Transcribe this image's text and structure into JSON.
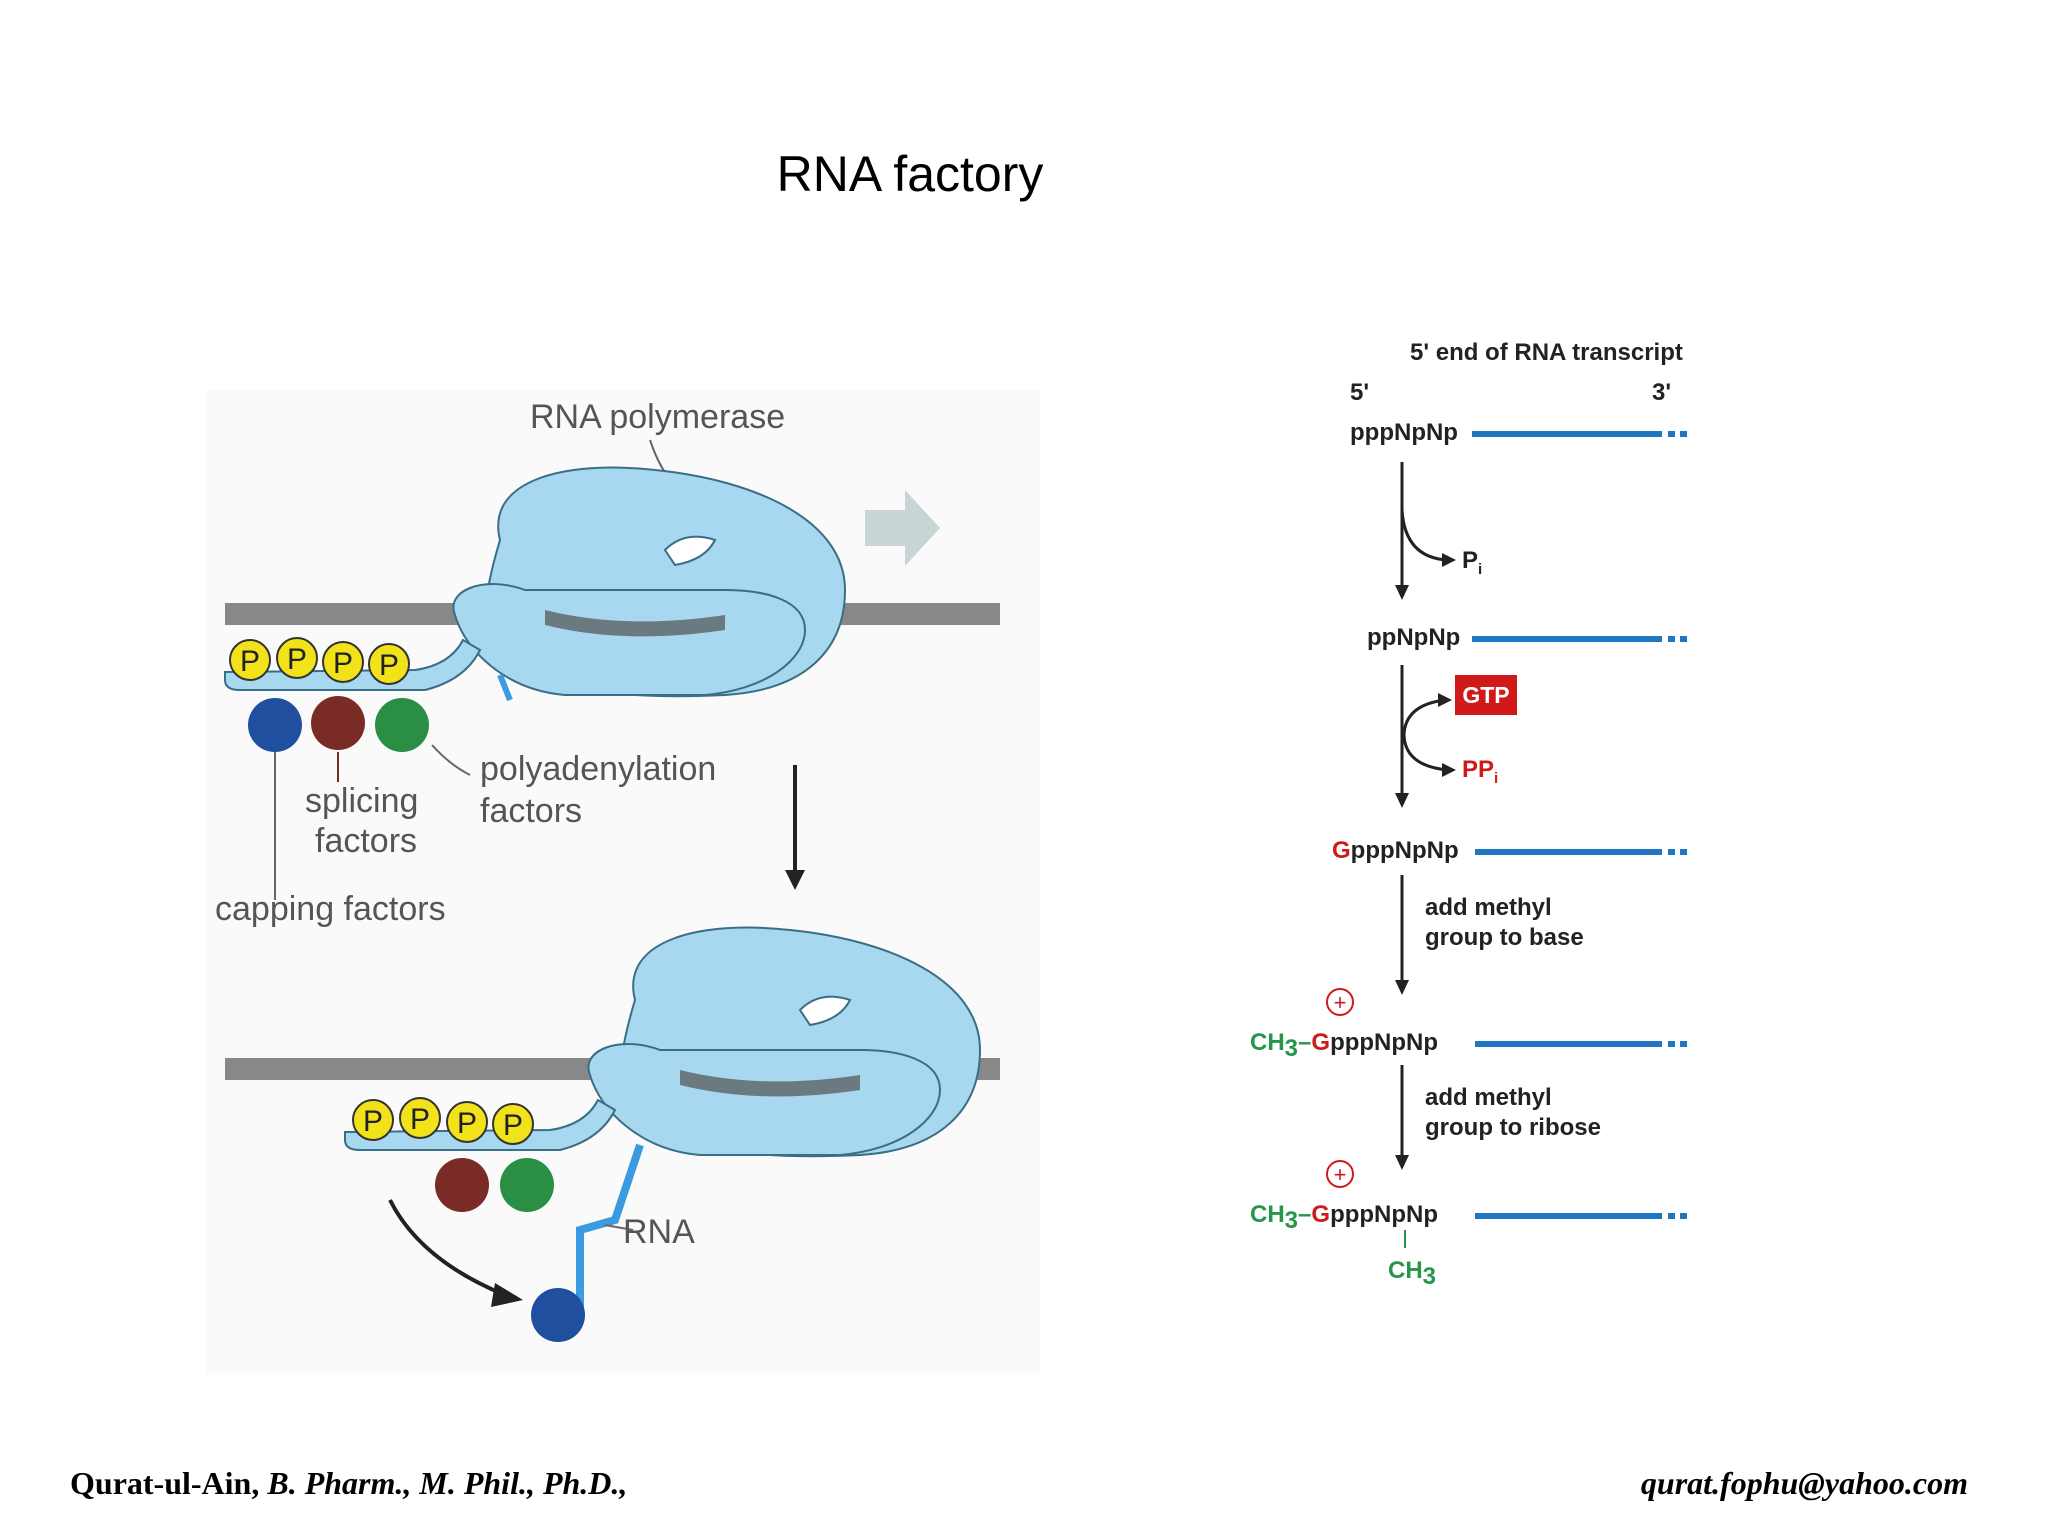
{
  "title": "RNA factory",
  "left_figure": {
    "rna_polymerase_label": "RNA polymerase",
    "phosphate_label": "P",
    "polyadenylation_label_line1": "polyadenylation",
    "polyadenylation_label_line2": "factors",
    "splicing_label_line1": "splicing",
    "splicing_label_line2": "factors",
    "capping_label": "capping factors",
    "rna_label": "RNA"
  },
  "right_figure": {
    "header": "5' end of RNA transcript",
    "five_prime": "5'",
    "three_prime": "3'",
    "step1_seq": "pppNpNp",
    "pi_label": "P",
    "pi_sub": "i",
    "step2_seq": "ppNpNp",
    "gtp_label": "GTP",
    "ppi_label": "PP",
    "ppi_sub": "i",
    "step3_g": "G",
    "step3_rest": "pppNpNp",
    "methyl_base_line1": "add methyl",
    "methyl_base_line2": "group to base",
    "plus": "+",
    "ch3": "CH",
    "ch3_sub": "3",
    "dash": "–",
    "step4_g": "G",
    "step4_rest": "pppNpNp",
    "methyl_ribose_line1": "add methyl",
    "methyl_ribose_line2": "group to ribose",
    "step5_g": "G",
    "step5_rest": "pppNpNp",
    "ch3_bottom": "CH",
    "ch3_bottom_sub": "3"
  },
  "colors": {
    "polymerase": "#a8d8ef",
    "polymerase_outline": "#3a6d86",
    "dna": "#888888",
    "phosphate": "#f2e21a",
    "capping": "#1f4f9e",
    "splicing": "#7a2b26",
    "polyadenylation": "#2a8f45",
    "rna": "#3a9be0",
    "red": "#d01a1a",
    "green": "#27954a"
  },
  "footer": {
    "author": "Qurat-ul-Ain,",
    "credentials": " B. Pharm., M. Phil., Ph.D.,",
    "email": "qurat.fophu@yahoo.com"
  }
}
